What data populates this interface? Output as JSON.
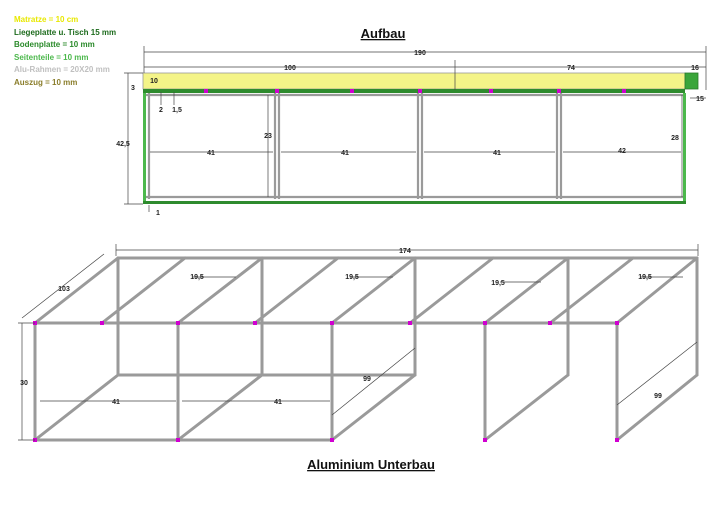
{
  "legend": [
    {
      "text": "Matratze = 10 cm",
      "color": "#e8e800"
    },
    {
      "text": "Liegeplatte u. Tisch 15 mm",
      "color": "#1d6b1d"
    },
    {
      "text": "Bodenplatte = 10 mm",
      "color": "#2a8a2a"
    },
    {
      "text": "Seitenteile = 10 mm",
      "color": "#4cb84c"
    },
    {
      "text": "Alu-Rahmen = 20X20 mm",
      "color": "#c0c0c0"
    },
    {
      "text": "Auszug = 10 mm",
      "color": "#8a7d2a"
    }
  ],
  "top": {
    "title": "Aufbau",
    "dims": {
      "total": "190",
      "mattress_left": "100",
      "mattress_mid": "74",
      "mattress_right": "16",
      "height_total": "42,5",
      "top_thickness": "3",
      "mattress_thickness": "10",
      "bottom_1": "2",
      "bottom_2": "1,5",
      "inner_height": "23",
      "inner_height_right": "28",
      "right_gap": "15",
      "bottom_board": "1",
      "bays": [
        "41",
        "41",
        "41",
        "42"
      ]
    }
  },
  "bottom": {
    "title": "Aluminium Unterbau",
    "dims": {
      "length": "174",
      "depth": "103",
      "height": "30",
      "spacing": [
        "19,5",
        "19,5",
        "19,5",
        "19,5"
      ],
      "bays": [
        "41",
        "41"
      ],
      "depth_front": "99",
      "depth_right": "99"
    }
  },
  "colors": {
    "mattress": "#f4f488",
    "board": "#2e8b2e",
    "frame": "#9a9a9a",
    "joint": "#d000d0",
    "dim": "#444444"
  }
}
